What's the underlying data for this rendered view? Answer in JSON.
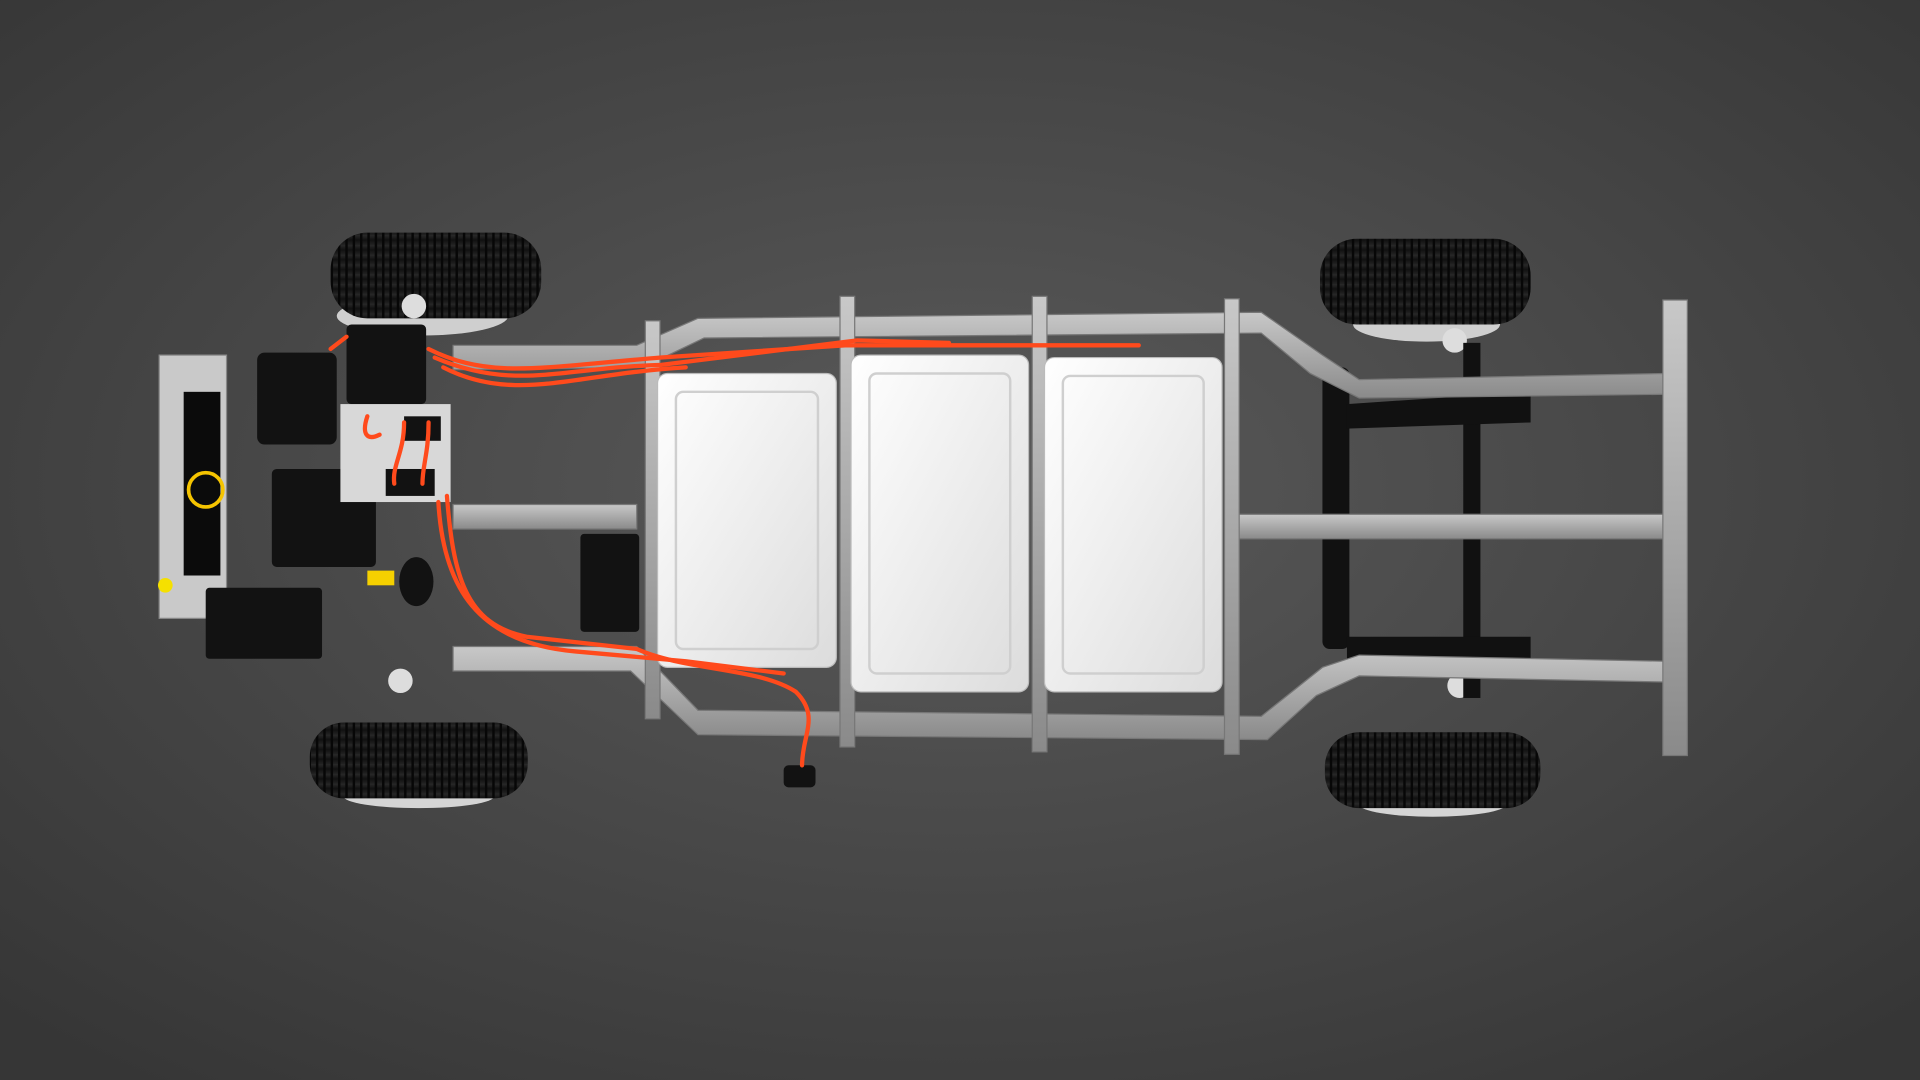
{
  "scene": {
    "subject": "electric-vehicle-chassis",
    "view": "top-down",
    "battery_pack_count": 3,
    "wheel_count": 4
  },
  "colors": {
    "background_center": "#5a5a5a",
    "background_edge": "#363636",
    "frame": "#a8a8a8",
    "battery": "#f2f2f2",
    "cable": "#ff4a1c",
    "component": "#111111",
    "tire": "#1a1a1a",
    "fan_accent": "#f5c400"
  }
}
